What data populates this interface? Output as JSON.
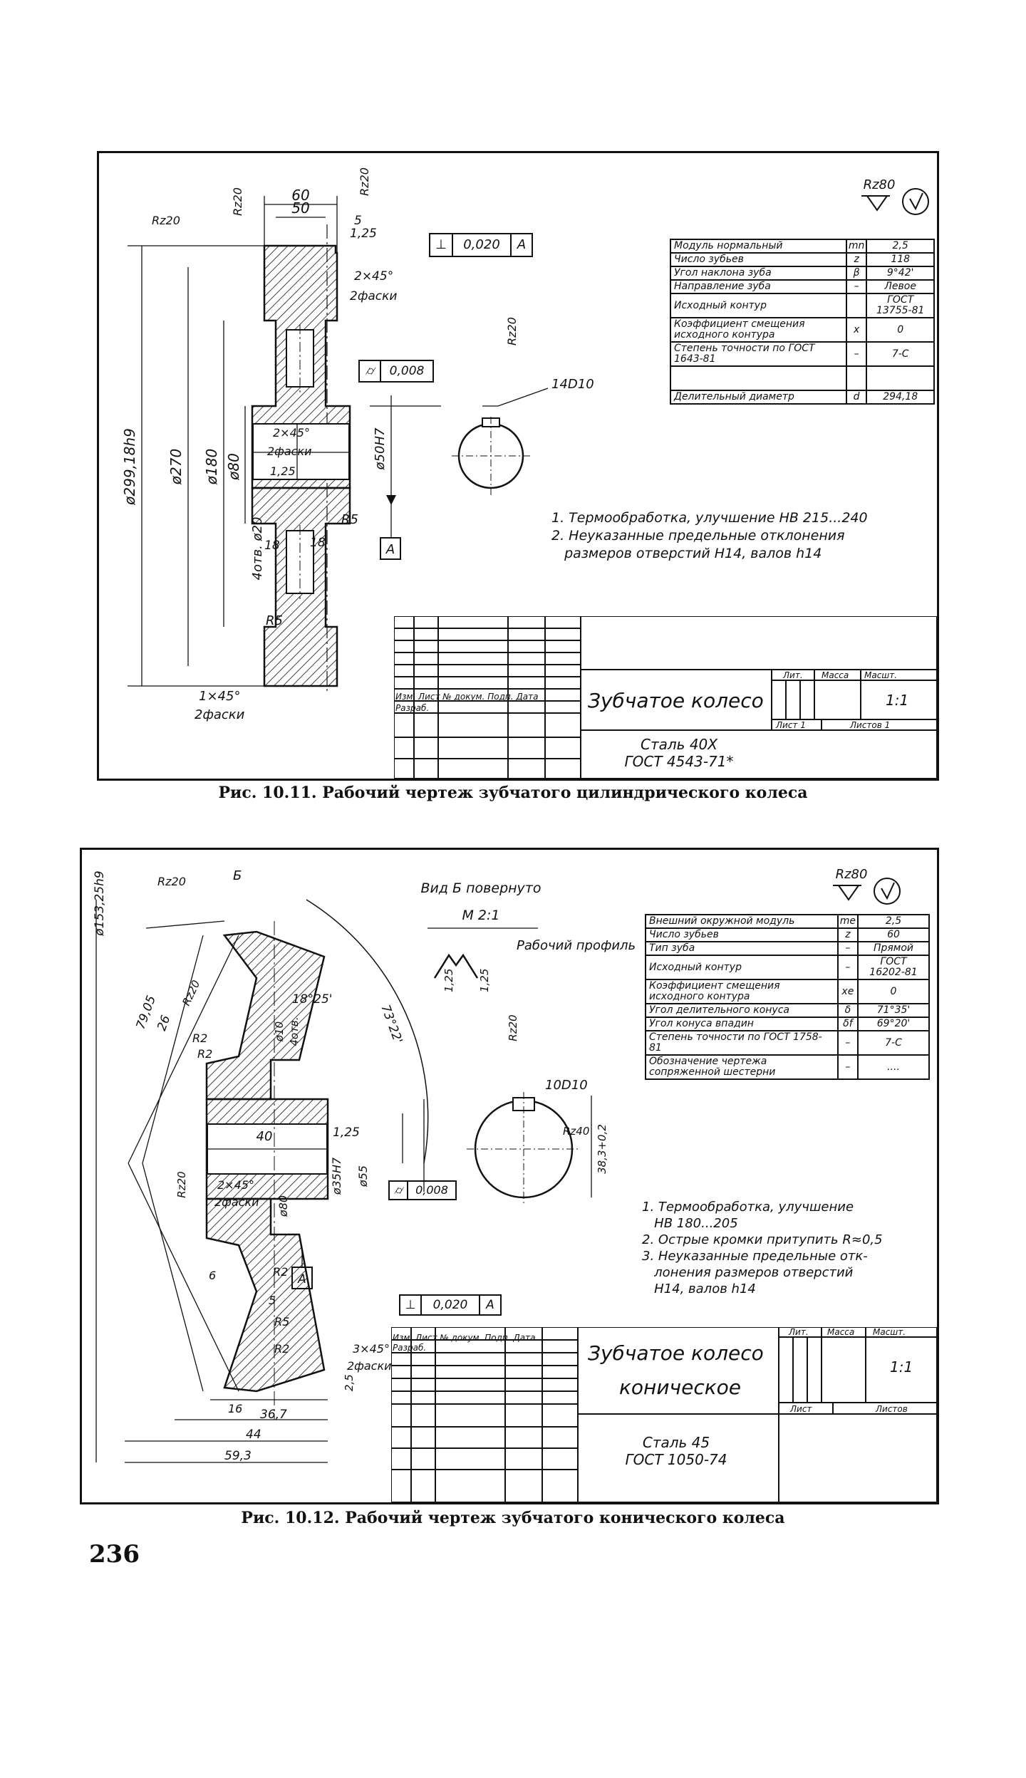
{
  "page_number": "236",
  "figure1": {
    "caption": "Рис. 10.11. Рабочий чертеж зубчатого цилиндрического колеса",
    "roughness_general": "Rz80",
    "params": [
      {
        "name": "Модуль нормальный",
        "sym": "mn",
        "value": "2,5"
      },
      {
        "name": "Число зубьев",
        "sym": "z",
        "value": "118"
      },
      {
        "name": "Угол наклона зуба",
        "sym": "β",
        "value": "9°42'"
      },
      {
        "name": "Направление зуба",
        "sym": "–",
        "value": "Левое"
      },
      {
        "name": "Исходный контур",
        "sym": "",
        "value": "ГОСТ 13755-81"
      },
      {
        "name": "Коэффициент смещения исходного контура",
        "sym": "x",
        "value": "0"
      },
      {
        "name": "Степень точности по ГОСТ 1643-81",
        "sym": "–",
        "value": "7-С"
      },
      {
        "name": "",
        "sym": "",
        "value": ""
      },
      {
        "name": "Делительный диаметр",
        "sym": "d",
        "value": "294,18"
      }
    ],
    "notes": [
      "1. Термообработка, улучшение НВ 215...240",
      "2. Неуказанные предельные отклонения",
      "   размеров отверстий Н14, валов h14"
    ],
    "title_block": {
      "title": "Зубчатое колесо",
      "material": "Сталь 40Х",
      "material_std": "ГОСТ 4543-71*",
      "col_lit": "Лит.",
      "col_mass": "Масса",
      "col_scale": "Масшт.",
      "scale": "1:1",
      "sheet": "Лист 1",
      "sheets": "Листов 1",
      "row_labels": "Изм. Лист  № докум.  Подп.  Дата",
      "developer": "Разраб."
    },
    "dims": {
      "d_outer": "ø299,18h9",
      "d270": "ø270",
      "d180": "ø180",
      "d80": "ø80",
      "d50": "ø50H7",
      "holes": "4отв. ø20",
      "w60": "60",
      "w50": "50",
      "c125a": "1,25",
      "c5": "5",
      "ch1": "2×45°",
      "ch1b": "2фаски",
      "ch2": "2×45°",
      "ch2b": "2фаски",
      "c125b": "1,25",
      "r5a": "R5",
      "r5b": "R5",
      "w18a": "18",
      "w18b": "18",
      "ch3": "1×45°",
      "ch3b": "2фаски",
      "rz20a": "Rz20",
      "rz20b": "Rz20",
      "rz20c": "Rz20",
      "rz20d": "Rz20",
      "tol_perp": "⊥",
      "tol_perp_val": "0,020",
      "tol_perp_base": "А",
      "tol_cyl_val": "0,008",
      "datum": "А",
      "key": "14D10"
    }
  },
  "figure2": {
    "caption": "Рис. 10.12. Рабочий чертеж зубчатого конического колеса",
    "roughness_general": "Rz80",
    "params": [
      {
        "name": "Внешний окружной модуль",
        "sym": "me",
        "value": "2,5"
      },
      {
        "name": "Число зубьев",
        "sym": "z",
        "value": "60"
      },
      {
        "name": "Тип зуба",
        "sym": "–",
        "value": "Прямой"
      },
      {
        "name": "Исходный контур",
        "sym": "–",
        "value": "ГОСТ 16202-81"
      },
      {
        "name": "Коэффициент смещения исходного контура",
        "sym": "xe",
        "value": "0"
      },
      {
        "name": "Угол делительного конуса",
        "sym": "δ",
        "value": "71°35'"
      },
      {
        "name": "Угол конуса впадин",
        "sym": "δf",
        "value": "69°20'"
      },
      {
        "name": "Степень точности по ГОСТ 1758-81",
        "sym": "–",
        "value": "7-С"
      },
      {
        "name": "Обозначение чертежа сопряженной шестерни",
        "sym": "–",
        "value": "...."
      }
    ],
    "notes": [
      "1. Термообработка, улучшение",
      "   НВ 180...205",
      "2. Острые кромки притупить R≈0,5",
      "3. Неуказанные предельные отк-",
      "   лонения размеров отверстий",
      "   Н14, валов h14"
    ],
    "title_block": {
      "title": "Зубчатое колесо",
      "title2": "коническое",
      "material": "Сталь 45",
      "material_std": "ГОСТ 1050-74",
      "col_lit": "Лит.",
      "col_mass": "Масса",
      "col_scale": "Масшт.",
      "scale": "1:1",
      "sheet": "Лист",
      "sheets": "Листов",
      "row_labels": "Изм. Лист  № докум.  Подп.  Дата",
      "developer": "Разраб."
    },
    "dims": {
      "d_outer": "ø153,25h9",
      "view_label": "Вид Б повернуто",
      "view_scale": "М 2:1",
      "work_profile": "Рабочий профиль",
      "view_arrow": "Б",
      "a1": "18°25'",
      "a2": "73°22'",
      "d10": "ø10",
      "holes": "4отв.",
      "l7905": "79,05",
      "l26": "26",
      "r2a": "R2",
      "r2b": "R2",
      "r2c": "R2",
      "r2d": "R2",
      "r5": "R5",
      "rz20a": "Rz20",
      "rz20b": "Rz20",
      "rz20c": "Rz20",
      "rz20d": "Rz20",
      "w40": "40",
      "c125": "1,25",
      "c125b": "1,25",
      "c125c": "1,25",
      "d35": "ø35H7",
      "d55": "ø55",
      "d80": "ø80",
      "ch1": "2×45°",
      "ch1b": "2фаски",
      "w6": "6",
      "w5": "5",
      "ch2": "3×45°",
      "ch2b": "2фаски",
      "c25": "2,5",
      "w16": "16",
      "w367": "36,7",
      "w44": "44",
      "w593": "59,3",
      "tol_cyl_val": "0,008",
      "tol_perp": "⊥",
      "tol_perp_val": "0,020",
      "tol_perp_base": "А",
      "datum": "А",
      "key": "10D10",
      "r40": "Rz40",
      "key_depth": "38,3+0,2"
    }
  }
}
